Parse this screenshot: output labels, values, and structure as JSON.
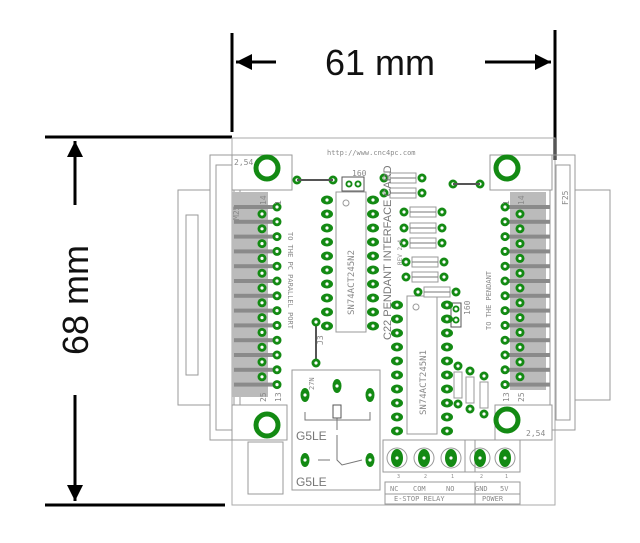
{
  "dimensions": {
    "width_label": "61 mm",
    "height_label": "68 mm"
  },
  "board": {
    "url": "http://www.cnc4pc.com",
    "title": "C22 PENDANT INTERFACE CARD",
    "revision": "REV 2.4",
    "hole_spacing_label_top": "2,54",
    "hole_spacing_label_bottom": "2,54",
    "left_connector": {
      "name": "M25",
      "caption": "TO THE PC PARALLEL PORT",
      "pin_labels": [
        "14",
        "1",
        "25",
        "13"
      ]
    },
    "right_connector": {
      "name": "F25",
      "caption": "TO THE PENDANT",
      "pin_labels": [
        "1",
        "14",
        "13",
        "25"
      ]
    },
    "ic1": "SN74ACT245N2",
    "ic2": "SN74ACT245N1",
    "resistor_label": "160",
    "resistor_label_2": "160",
    "jumper_label": "J3",
    "relay_labels": [
      "G5LE",
      "G5LE"
    ],
    "relay_pin_label": "27N",
    "terminals": {
      "relay": {
        "pins": [
          "NC",
          "COM",
          "NO"
        ],
        "numbers": [
          "3",
          "2",
          "1"
        ],
        "caption": "E-STOP RELAY"
      },
      "power": {
        "pins": [
          "GND",
          "5V"
        ],
        "numbers": [
          "2",
          "1"
        ],
        "caption": "POWER"
      }
    }
  },
  "colors": {
    "pad": "#138a13",
    "silk": "#8a8a8a",
    "outline": "#999999",
    "trace": "#555555"
  }
}
